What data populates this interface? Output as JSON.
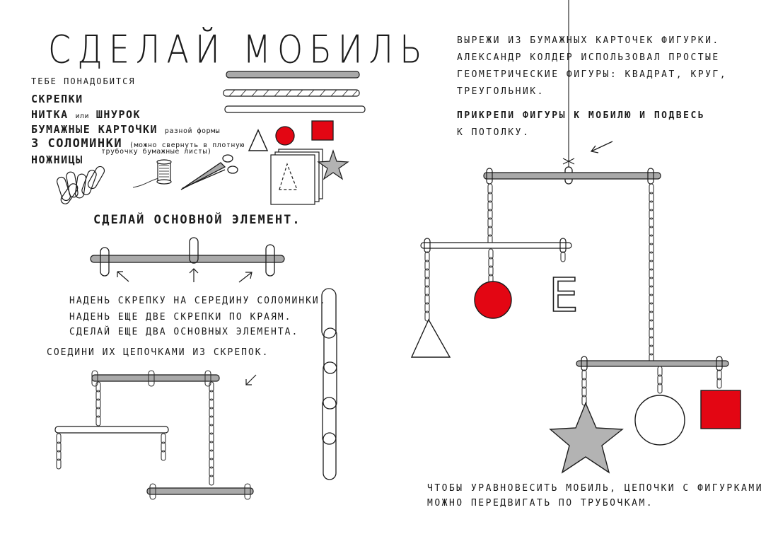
{
  "title": "СДЕЛАЙ МОБИЛЬ",
  "materials": {
    "heading": "ТЕБЕ ПОНАДОБИТСЯ",
    "paperclips": "СКРЕПКИ",
    "thread_bold": "НИТКА",
    "thread_small": "или",
    "thread_bold2": "ШНУРОК",
    "cards_bold": "БУМАЖНЫЕ КАРТОЧКИ",
    "cards_small": "разной формы",
    "straws_bold": "3 СОЛОМИНКИ",
    "straws_small": "(можно свернуть в плотную",
    "straws_small2": "трубочку бумажные листы)",
    "scissors": "НОЖНИЦЫ"
  },
  "step1": {
    "heading": "СДЕЛАЙ ОСНОВНОЙ ЭЛЕМЕНТ.",
    "line1": "НАДЕНЬ СКРЕПКУ НА СЕРЕДИНУ СОЛОМИНКИ.",
    "line2": "НАДЕНЬ ЕЩЕ ДВЕ СКРЕПКИ ПО КРАЯМ.",
    "line3": "СДЕЛАЙ ЕЩЕ ДВА ОСНОВНЫХ ЭЛЕМЕНТА.",
    "line4": "СОЕДИНИ ИХ ЦЕПОЧКАМИ ИЗ СКРЕПОК."
  },
  "step2": {
    "line1": "ВЫРЕЖИ ИЗ БУМАЖНЫХ КАРТОЧЕК ФИГУРКИ.",
    "line2": "АЛЕКСАНДР КОЛДЕР ИСПОЛЬЗОВАЛ ПРОСТЫЕ",
    "line3": "ГЕОМЕТРИЧЕСКИЕ ФИГУРЫ: КВАДРАТ, КРУГ,",
    "line4": "ТРЕУГОЛЬНИК.",
    "line5": "ПРИКРЕПИ ФИГУРЫ К МОБИЛЮ И ПОДВЕСЬ",
    "line6": "К ПОТОЛКУ."
  },
  "footer": {
    "line1": "ЧТОБЫ УРАВНОВЕСИТЬ МОБИЛЬ, ЦЕПОЧКИ С ФИГУРКАМИ",
    "line2": "МОЖНО ПЕРЕДВИГАТЬ ПО ТРУБОЧКАМ."
  },
  "mobile_letter": "E",
  "colors": {
    "ink": "#1b1b1b",
    "red": "#e30613",
    "straw_gray": "#a9a9a9",
    "star_gray": "#b3b3b3"
  }
}
